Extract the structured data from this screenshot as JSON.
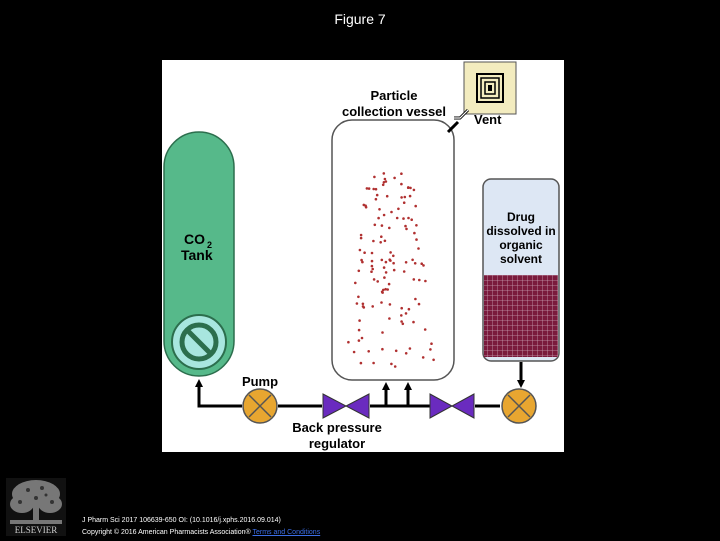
{
  "slide": {
    "title": "Figure 7"
  },
  "diagram": {
    "collection_vessel_label": [
      "Particle",
      "collection vessel"
    ],
    "vent_label": "Vent",
    "tank_label_co": "CO",
    "tank_label_sub": "2",
    "tank_label_tank": "Tank",
    "drug_label": [
      "Drug",
      "dissolved in",
      "organic",
      "solvent"
    ],
    "pump_label": "Pump",
    "bpr_label": [
      "Back pressure",
      "regulator"
    ],
    "colors": {
      "tank": "#56b98a",
      "valve_disc": "#a8e6df",
      "pump": "#e8a630",
      "bpr": "#6a2bbf",
      "drug_vessel": "#dde7f4",
      "solution": "#7a1a3c",
      "particle": "#b03030"
    }
  },
  "footer": {
    "citation": "J Pharm Sci 2017 106639-650 OI: (10.1016/j.xphs.2016.09.014)",
    "copyright": "Copyright © 2016 American Pharmacists Association® ",
    "terms_link": "Terms and Conditions"
  },
  "logo": {
    "text": "ELSEVIER"
  }
}
